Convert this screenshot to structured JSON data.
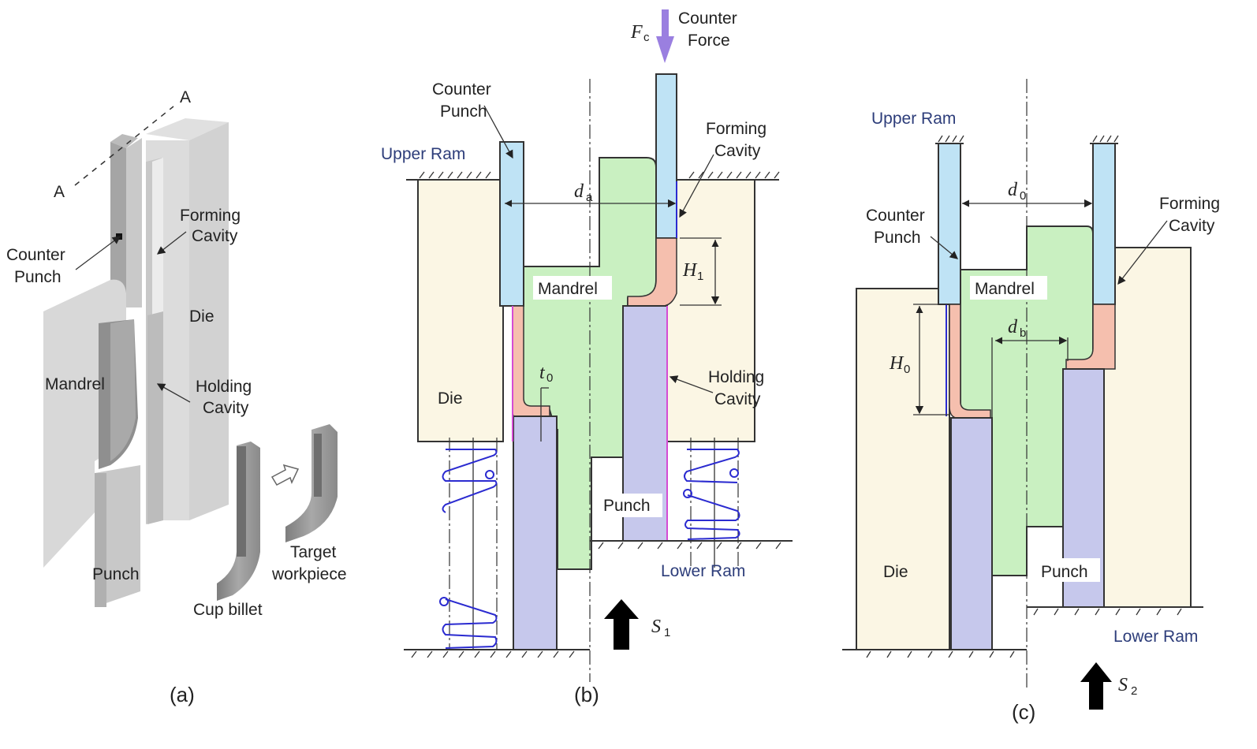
{
  "figure": {
    "panel_a": {
      "caption": "(a)",
      "section_mark": "A",
      "labels": {
        "counter_punch": [
          "Counter",
          "Punch"
        ],
        "forming_cavity": [
          "Forming",
          "Cavity"
        ],
        "die": "Die",
        "mandrel": "Mandrel",
        "holding_cavity": [
          "Holding",
          "Cavity"
        ],
        "punch": "Punch",
        "cup_billet": "Cup billet",
        "target_workpiece": [
          "Target",
          "workpiece"
        ]
      }
    },
    "panel_b": {
      "caption": "(b)",
      "force_symbol": "F",
      "force_subscript": "c",
      "force_label": [
        "Counter",
        "Force"
      ],
      "counter_punch": [
        "Counter",
        "Punch"
      ],
      "upper_ram": "Upper Ram",
      "forming_cavity": [
        "Forming",
        "Cavity"
      ],
      "dim_da": "d",
      "dim_da_sub": "a",
      "dim_h1": "H",
      "dim_h1_sub": "1",
      "mandrel": "Mandrel",
      "dim_t0": "t",
      "dim_t0_sub": "0",
      "die": "Die",
      "holding_cavity": [
        "Holding",
        "Cavity"
      ],
      "punch": "Punch",
      "lower_ram": "Lower Ram",
      "stroke": "S",
      "stroke_sub": "1"
    },
    "panel_c": {
      "caption": "(c)",
      "upper_ram": "Upper Ram",
      "dim_d0": "d",
      "dim_d0_sub": "0",
      "counter_punch": [
        "Counter",
        "Punch"
      ],
      "forming_cavity": [
        "Forming",
        "Cavity"
      ],
      "mandrel": "Mandrel",
      "dim_db": "d",
      "dim_db_sub": "b",
      "dim_h0": "H",
      "dim_h0_sub": "0",
      "die": "Die",
      "punch": "Punch",
      "lower_ram": "Lower Ram",
      "stroke": "S",
      "stroke_sub": "2"
    },
    "colors": {
      "die": "#fbf6e4",
      "counter_punch": "#bfe3f5",
      "mandrel": "#c9f0c1",
      "workpiece": "#f5bfae",
      "punch": "#c6c8ec",
      "spring": "#2b2bd0",
      "force_arrow": "#9a7fe0",
      "gray_light": "#d9d9d9",
      "gray_mid": "#bdbdbd",
      "gray_dark": "#8c8c8c"
    }
  }
}
